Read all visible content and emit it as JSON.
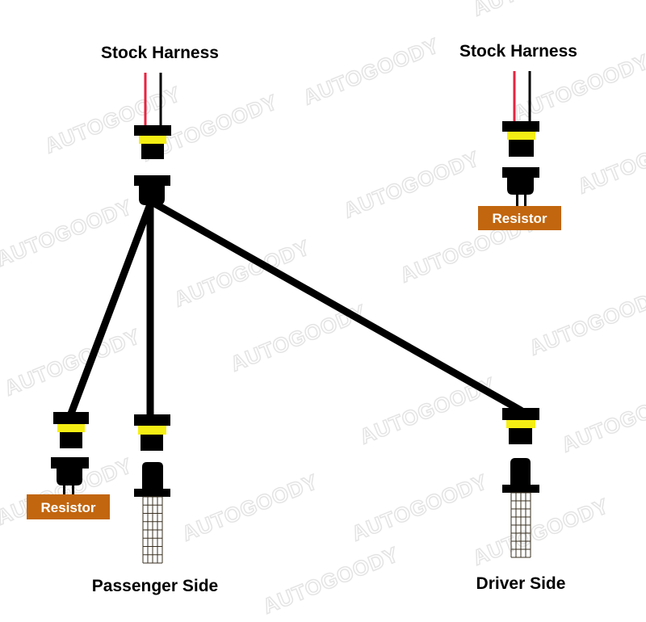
{
  "watermark": "AUTOGOODY",
  "labels": {
    "stock_harness_left": "Stock Harness",
    "stock_harness_right": "Stock Harness",
    "passenger_side": "Passenger Side",
    "driver_side": "Driver Side",
    "resistor_left": "Resistor",
    "resistor_right": "Resistor"
  },
  "colors": {
    "wire_positive": "#e8233f",
    "wire_negative": "#000000",
    "seal": "#f5ee14",
    "resistor": "#c2660f",
    "mesh": "#3a3020"
  }
}
